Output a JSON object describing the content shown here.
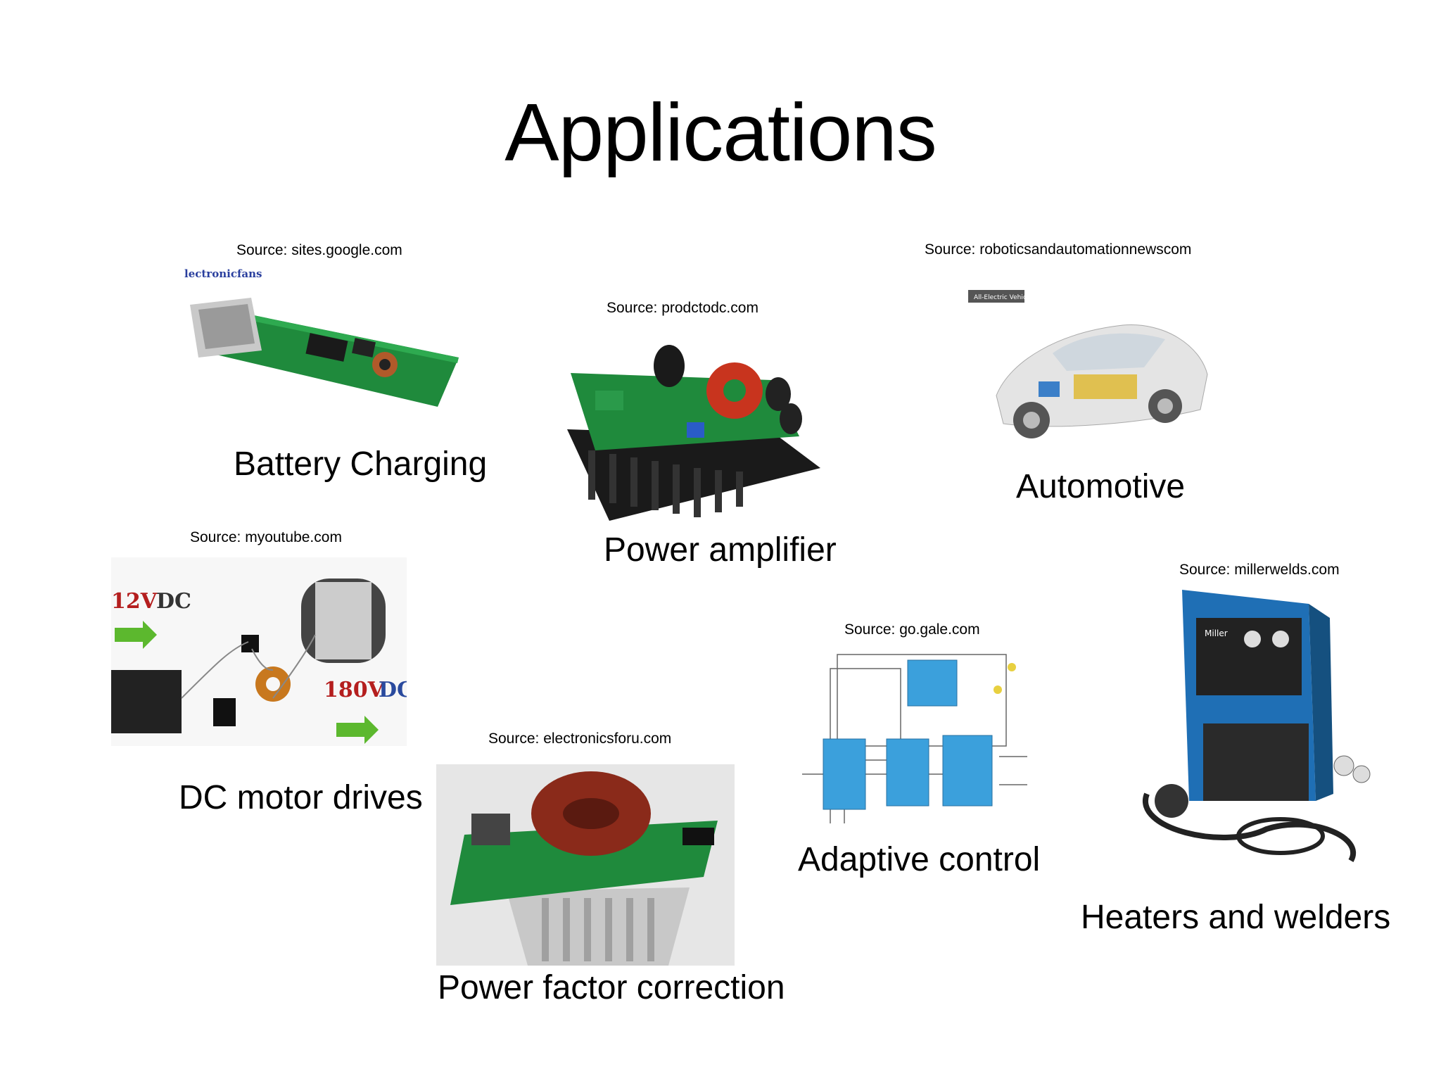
{
  "slide": {
    "title": "Applications",
    "items": [
      {
        "id": "battery",
        "source": "Source: sites.google.com",
        "caption": "Battery Charging",
        "logo_text": "lectronicfans"
      },
      {
        "id": "amplifier",
        "source": "Source: prodctodc.com",
        "caption": "Power amplifier"
      },
      {
        "id": "automotive",
        "source": "Source: roboticsandautomationnewscom",
        "caption": "Automotive",
        "image_badge": "All-Electric Vehicle"
      },
      {
        "id": "dcmotor",
        "source": "Source: myoutube.com",
        "caption": "DC motor drives",
        "label_in": "12V",
        "label_out": "180V",
        "label_dc": "DC"
      },
      {
        "id": "pfc",
        "source": "Source: electronicsforu.com",
        "caption": "Power factor correction"
      },
      {
        "id": "adaptive",
        "source": "Source: go.gale.com",
        "caption": "Adaptive control"
      },
      {
        "id": "welder",
        "source": "Source: millerwelds.com",
        "caption": "Heaters and welders",
        "brand": "Miller"
      }
    ]
  },
  "colors": {
    "pcb_green": "#1f8a3c",
    "heatsink": "#1a1a1a",
    "copper": "#8a2a1a",
    "block_blue": "#3ba0dc",
    "welder_blue": "#1f6fb5"
  }
}
